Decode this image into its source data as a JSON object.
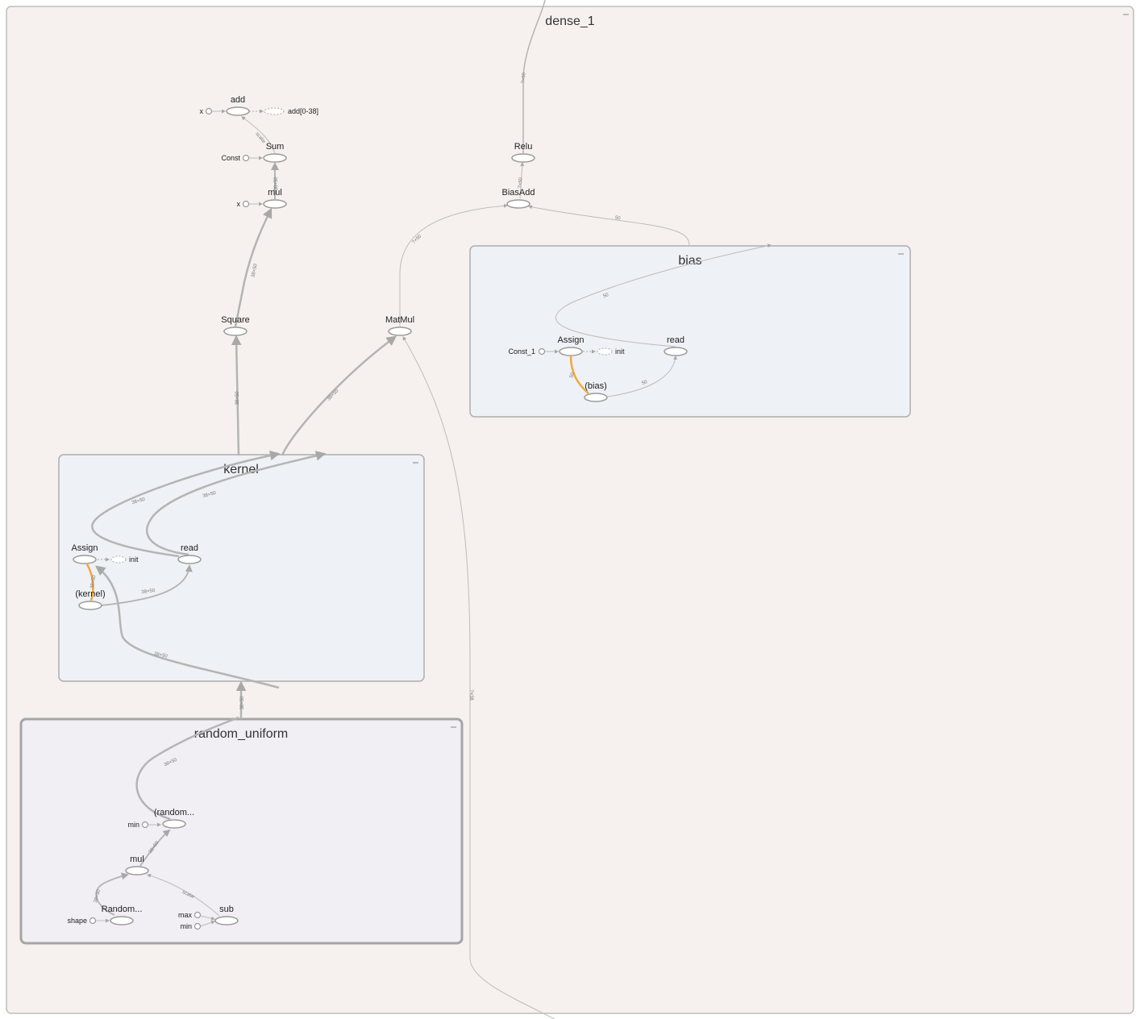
{
  "groups": {
    "dense": {
      "title": "dense_1"
    },
    "bias": {
      "title": "bias"
    },
    "kernel": {
      "title": "kernel"
    },
    "random_uniform": {
      "title": "random_uniform"
    }
  },
  "nodes": {
    "add": "add",
    "add_x": "x",
    "add_out": "add[0-38]",
    "sum": "Sum",
    "sum_const": "Const",
    "mul": "mul",
    "mul_x": "x",
    "square": "Square",
    "matmul": "MatMul",
    "relu": "Relu",
    "biasadd": "BiasAdd",
    "bias_assign": "Assign",
    "bias_read": "read",
    "bias_const": "Const_1",
    "bias_init": "init",
    "bias_var": "(bias)",
    "kernel_assign": "Assign",
    "kernel_read": "read",
    "kernel_init": "init",
    "kernel_var": "(kernel)",
    "ru_random_add": "(random...",
    "ru_min": "min",
    "ru_mul": "mul",
    "ru_random": "Random...",
    "ru_shape": "shape",
    "ru_sub": "sub",
    "ru_max": "max",
    "ru_min2": "min"
  },
  "edges": {
    "top": "?×50",
    "sum_add": "scalar",
    "mul_sum": "38×50",
    "square_mul": "38×50",
    "kernel_square": "38×50",
    "kernel_matmul": "38×50",
    "relu_biasadd": "?×50",
    "matmul_biasadd": "?×50",
    "bias_biasadd": "50",
    "bias_out": "50",
    "bias_assign": "50",
    "bias_read": "50",
    "kernel_out1": "38×50",
    "kernel_out2": "38×50",
    "kernel_var_assign": "38×50",
    "kernel_var_read": "38×50",
    "kernel_in": "38×50",
    "ru_kernel": "38×50",
    "ru_out": "38×50",
    "ru_mul_add": "38×50",
    "ru_random_mul": "38×50",
    "ru_sub_mul": "scalar",
    "input_matmul": "?×38"
  }
}
